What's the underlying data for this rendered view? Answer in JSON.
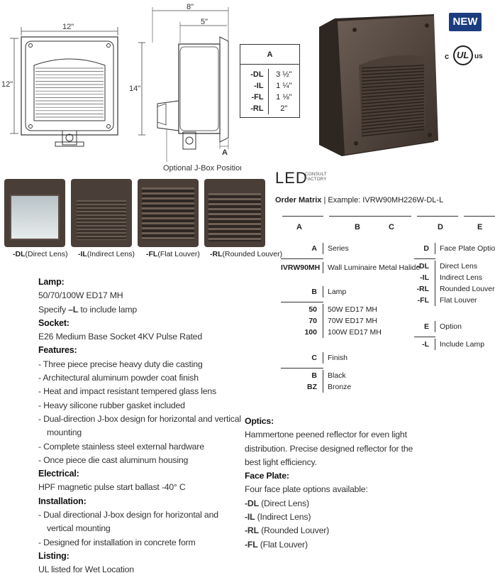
{
  "drawing": {
    "width_front": "12\"",
    "height_front": "12\"",
    "side_height": "14\"",
    "side_depth": "8\"",
    "side_inner": "5\"",
    "dim_a": "A",
    "jbox_caption": "Optional J-Box Position"
  },
  "dim_table": {
    "header": "A",
    "rows": [
      {
        "code": "-DL",
        "value": "3 ½\""
      },
      {
        "code": "-IL",
        "value": "1 ¼\""
      },
      {
        "code": "-FL",
        "value": "1 ⅛\""
      },
      {
        "code": "-RL",
        "value": "2\""
      }
    ]
  },
  "badges": {
    "new": "NEW",
    "cul_c": "c",
    "cul_ul": "UL",
    "cul_us": "us"
  },
  "thumbnails": [
    {
      "code": "-DL",
      "name": "(Direct Lens)"
    },
    {
      "code": "-IL",
      "name": "(Indirect Lens)"
    },
    {
      "code": "-FL",
      "name": "(Flat Louver)"
    },
    {
      "code": "-RL",
      "name": "(Rounded Louver)"
    }
  ],
  "specs": {
    "lamp_h": "Lamp:",
    "lamp_1": "50/70/100W ED17 MH",
    "lamp_2a": "Specify ",
    "lamp_2b": "–L",
    "lamp_2c": " to include lamp",
    "socket_h": "Socket:",
    "socket_1": "E26 Medium Base Socket 4KV Pulse Rated",
    "features_h": "Features:",
    "features": [
      "- Three piece precise heavy duty die casting",
      "- Architectural aluminum powder coat finish",
      "- Heat and impact resistant tempered glass lens",
      "- Heavy silicone rubber gasket included",
      "- Dual-direction J-box design for horizontal and vertical mounting",
      "- Complete stainless steel external hardware",
      "- Once piece die cast aluminum housing"
    ],
    "electrical_h": "Electrical:",
    "electrical_1": "HPF magnetic pulse start ballast -40° C",
    "installation_h": "Installation:",
    "installation": [
      "- Dual directional J-box design for horizontal and vertical mounting",
      "- Designed for installation in concrete form"
    ],
    "listing_h": "Listing:",
    "listing_1": "UL listed for Wet Location"
  },
  "optics": {
    "optics_h": "Optics:",
    "optics_1": "Hammertone peened reflector for even light",
    "optics_2": "distribution. Precise designed reflector for the",
    "optics_3": "best light efficiency.",
    "face_h": "Face Plate:",
    "face_1": "Four face plate options available:",
    "options": [
      {
        "code": "-DL",
        "name": " (Direct Lens)"
      },
      {
        "code": "-IL",
        "name": " (Indirect Lens)"
      },
      {
        "code": "-RL",
        "name": " (Rounded Louver)"
      },
      {
        "code": "-FL",
        "name": " (Flat Louver)"
      }
    ]
  },
  "logo": {
    "led": "LED",
    "sub1": "consult",
    "sub2": "factory"
  },
  "order": {
    "title": "Order Matrix",
    "example": " | Example: IVRW90MH226W-DL-L",
    "letters": [
      "A",
      "B",
      "C",
      "D",
      "E"
    ],
    "series": {
      "key": "A",
      "label": "Series",
      "rows": [
        {
          "k": "IVRW90MH",
          "v": "Wall Luminaire Metal Halide"
        }
      ]
    },
    "lamp": {
      "key": "B",
      "label": "Lamp",
      "rows": [
        {
          "k": "50",
          "v": "50W ED17 MH"
        },
        {
          "k": "70",
          "v": "70W ED17 MH"
        },
        {
          "k": "100",
          "v": "100W ED17 MH"
        }
      ]
    },
    "finish": {
      "key": "C",
      "label": "Finish",
      "rows": [
        {
          "k": "B",
          "v": "Black"
        },
        {
          "k": "BZ",
          "v": "Bronze"
        }
      ]
    },
    "face": {
      "key": "D",
      "label": "Face Plate Option",
      "rows": [
        {
          "k": "-DL",
          "v": "Direct Lens"
        },
        {
          "k": "-IL",
          "v": "Indirect Lens"
        },
        {
          "k": "-RL",
          "v": "Rounded Louver"
        },
        {
          "k": "-FL",
          "v": "Flat Louver"
        }
      ]
    },
    "option": {
      "key": "E",
      "label": "Option",
      "rows": [
        {
          "k": "-L",
          "v": "Include Lamp"
        }
      ]
    }
  }
}
